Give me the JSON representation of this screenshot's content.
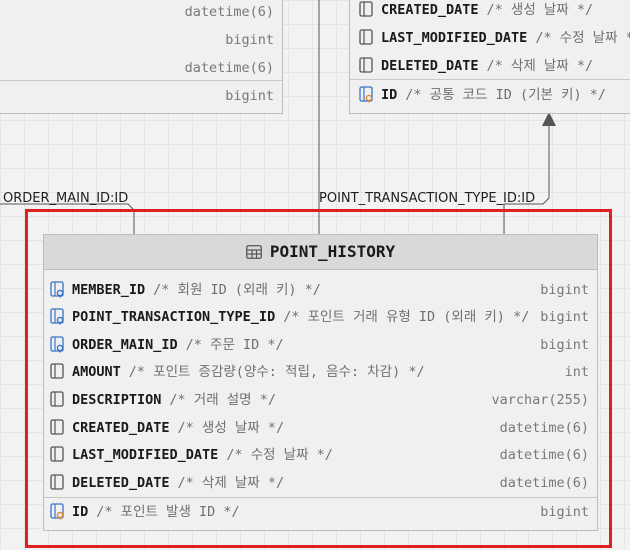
{
  "top_left_table": {
    "rows": [
      {
        "type": "datetime(6)"
      },
      {
        "type": "bigint"
      },
      {
        "type": "datetime(6)"
      },
      {
        "type": "bigint"
      }
    ]
  },
  "top_right_table": {
    "rows": [
      {
        "name": "CREATED_DATE",
        "comment": "/* 생성 날짜 */",
        "icon": "column-icon"
      },
      {
        "name": "LAST_MODIFIED_DATE",
        "comment": "/* 수정 날짜 */",
        "icon": "column-icon"
      },
      {
        "name": "DELETED_DATE",
        "comment": "/* 삭제 날짜 */",
        "icon": "column-icon"
      },
      {
        "name": "ID",
        "comment": "/* 공통 코드 ID (기본 키) */",
        "icon": "primary-key-icon"
      }
    ]
  },
  "relations": {
    "left_label": "ORDER_MAIN_ID:ID",
    "right_label": "POINT_TRANSACTION_TYPE_ID:ID"
  },
  "point_history": {
    "title": "POINT_HISTORY",
    "columns": [
      {
        "name": "MEMBER_ID",
        "comment": "/* 회원 ID (외래 키) */",
        "type": "bigint",
        "icon": "foreign-key-icon"
      },
      {
        "name": "POINT_TRANSACTION_TYPE_ID",
        "comment": "/* 포인트 거래 유형 ID (외래 키) */",
        "type": "bigint",
        "icon": "foreign-key-icon"
      },
      {
        "name": "ORDER_MAIN_ID",
        "comment": "/* 주문 ID */",
        "type": "bigint",
        "icon": "foreign-key-icon"
      },
      {
        "name": "AMOUNT",
        "comment": "/* 포인트 증감량(양수: 적립, 음수: 차감) */",
        "type": "int",
        "icon": "column-icon"
      },
      {
        "name": "DESCRIPTION",
        "comment": "/* 거래 설명 */",
        "type": "varchar(255)",
        "icon": "column-icon"
      },
      {
        "name": "CREATED_DATE",
        "comment": "/* 생성 날짜 */",
        "type": "datetime(6)",
        "icon": "column-icon"
      },
      {
        "name": "LAST_MODIFIED_DATE",
        "comment": "/* 수정 날짜 */",
        "type": "datetime(6)",
        "icon": "column-icon"
      },
      {
        "name": "DELETED_DATE",
        "comment": "/* 삭제 날짜 */",
        "type": "datetime(6)",
        "icon": "column-icon"
      }
    ],
    "primary_key": {
      "name": "ID",
      "comment": "/* 포인트 발생 ID */",
      "type": "bigint",
      "icon": "primary-key-icon"
    }
  },
  "colors": {
    "highlight": "#e02020",
    "key_blue": "#3b73c9",
    "key_orange": "#e08a2a"
  }
}
